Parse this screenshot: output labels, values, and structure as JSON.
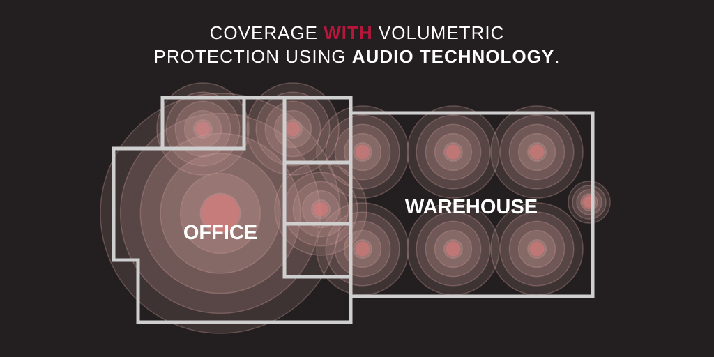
{
  "headline": {
    "line1_pre": "COVERAGE ",
    "line1_accent": "WITH",
    "line1_post": " VOLUMETRIC",
    "line2_pre": "PROTECTION USING ",
    "line2_strong": "AUDIO TECHNOLOGY",
    "line2_post": "."
  },
  "rooms": {
    "office_label": "OFFICE",
    "warehouse_label": "WAREHOUSE"
  },
  "colors": {
    "background": "#231f20",
    "accent": "#b5163a",
    "wall": "#cfcfcf",
    "coverage": "#c99a98",
    "sensor_core": "#e07878"
  },
  "sensors": [
    {
      "name": "sensor-office-top",
      "rings": 5
    },
    {
      "name": "sensor-hall-top",
      "rings": 5
    },
    {
      "name": "sensor-office-main",
      "rings": 6
    },
    {
      "name": "sensor-warehouse-1",
      "rings": 5
    },
    {
      "name": "sensor-warehouse-2",
      "rings": 5
    },
    {
      "name": "sensor-warehouse-3",
      "rings": 5
    },
    {
      "name": "sensor-warehouse-4",
      "rings": 5
    },
    {
      "name": "sensor-warehouse-5",
      "rings": 5
    },
    {
      "name": "sensor-warehouse-6",
      "rings": 5
    },
    {
      "name": "sensor-warehouse-7",
      "rings": 5
    },
    {
      "name": "sensor-warehouse-8",
      "rings": 5
    }
  ]
}
